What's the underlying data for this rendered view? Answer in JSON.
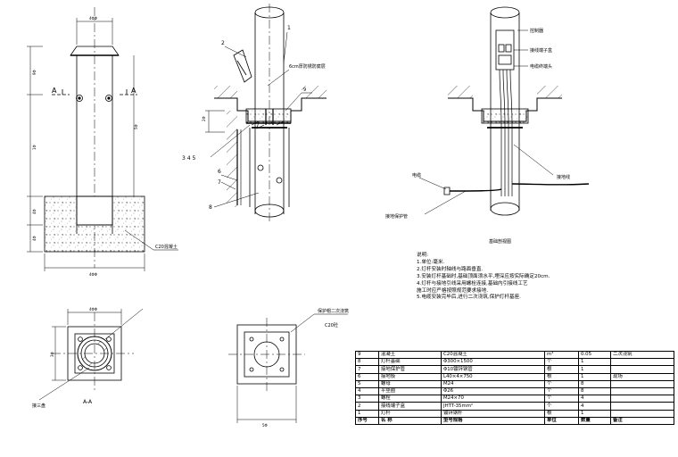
{
  "drawing": {
    "dims_left": [
      "4ΦΦ",
      "9Φ",
      "1Φ",
      "4ΦΦ",
      "4Φ",
      "4Φ",
      "5Φ"
    ],
    "section_mark": "A",
    "left_concrete_label": "C20混凝土",
    "center_labels": {
      "callout_1": "1",
      "callout_2": "2",
      "callout_345": "3 4 5",
      "callout_6": "6",
      "callout_7": "7",
      "callout_8": "8",
      "callout_9": "9",
      "top_note": "6cm厚防锈防腐层",
      "dim_a": "2Φ",
      "dim_b": "1Φ"
    },
    "right_labels": {
      "control_box": "控制器",
      "terminal": "接线端子盒",
      "cable_end": "电缆终端头",
      "cable": "电缆",
      "ground_wire": "接地线",
      "protection_pipe": "接地保护管",
      "caption": "基础剖视图"
    },
    "bottom_left": {
      "flange_label": "接三盘",
      "section_caption": "A-A",
      "dim_top": "4ΦΦ",
      "dim_side": "3Φ"
    },
    "bottom_center": {
      "label_1": "保护帽二次浇筑",
      "label_2": "C20砼",
      "dim_bottom": "5Φ"
    }
  },
  "notes": {
    "title": "说明:",
    "items": [
      "1.单位:毫米.",
      "2.灯杆安装时轴线与路面垂直.",
      "3.安装灯杆基础时,基础顶面须水平,埋深应按实际确定20cm.",
      "4.灯杆与接地引线采用螺栓连接,基础内引接线工艺",
      "  施工时应严格按照规范要求接地.",
      "5.电缆安装完毕后,进行二次浇筑,保护灯杆基座."
    ]
  },
  "parts_table": {
    "rows": [
      {
        "no": "9",
        "name": "混凝土",
        "spec": "C20混凝土",
        "unit": "m³",
        "qty": "0.05",
        "remark": "二次浇筑"
      },
      {
        "no": "8",
        "name": "灯杆基础",
        "spec": "Φ300×1500",
        "unit": "个",
        "qty": "1",
        "remark": ""
      },
      {
        "no": "7",
        "name": "接地保护管",
        "spec": "Φ10镀锌钢管",
        "unit": "根",
        "qty": "1",
        "remark": ""
      },
      {
        "no": "6",
        "name": "接地极",
        "spec": "L40×4×750",
        "unit": "根",
        "qty": "1",
        "remark": "现场"
      },
      {
        "no": "5",
        "name": "螺母",
        "spec": "M24",
        "unit": "个",
        "qty": "8",
        "remark": ""
      },
      {
        "no": "4",
        "name": "平垫圈",
        "spec": "Φ26",
        "unit": "个",
        "qty": "8",
        "remark": ""
      },
      {
        "no": "3",
        "name": "螺栓",
        "spec": "M24×70",
        "unit": "个",
        "qty": "4",
        "remark": ""
      },
      {
        "no": "2",
        "name": "接线端子盒",
        "spec": "JHTT-35mm²",
        "unit": "个",
        "qty": "4",
        "remark": ""
      },
      {
        "no": "1",
        "name": "灯杆",
        "spec": "镀锌钢杆",
        "unit": "根",
        "qty": "1",
        "remark": ""
      }
    ],
    "header": {
      "no": "序号",
      "name": "名    称",
      "spec": "型号规格",
      "unit": "单位",
      "qty": "数量",
      "remark": "备注"
    }
  }
}
